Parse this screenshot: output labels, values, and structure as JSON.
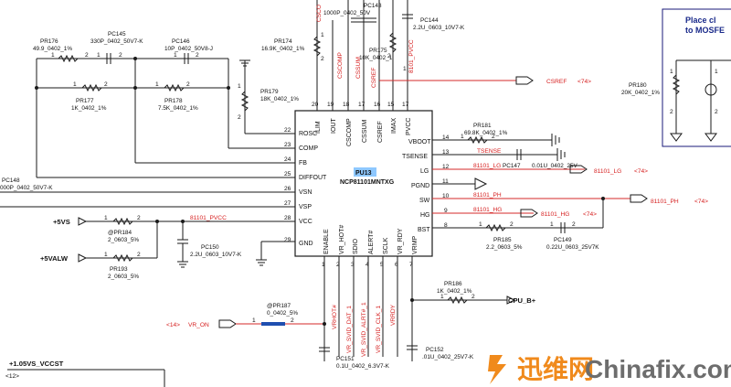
{
  "ic": {
    "refdes": "PU13",
    "part": "NCP81101MNTXG",
    "pins_top": [
      {
        "name": "ILIM",
        "num": "20"
      },
      {
        "name": "IOUT",
        "num": "19"
      },
      {
        "name": "CSCOMP",
        "num": "18"
      },
      {
        "name": "CSSUM",
        "num": "17"
      },
      {
        "name": "CSREF",
        "num": "16"
      },
      {
        "name": "IMAX",
        "num": "15"
      },
      {
        "name": "PVCC",
        "num": "17"
      }
    ],
    "pins_left": [
      {
        "name": "ROSC",
        "num": "22"
      },
      {
        "name": "COMP",
        "num": "23"
      },
      {
        "name": "FB",
        "num": "24"
      },
      {
        "name": "DIFFOUT",
        "num": "25"
      },
      {
        "name": "VSN",
        "num": "26"
      },
      {
        "name": "VSP",
        "num": "27"
      },
      {
        "name": "VCC",
        "num": "28"
      },
      {
        "name": "GND",
        "num": "29"
      }
    ],
    "pins_right": [
      {
        "name": "VBOOT",
        "num": "14"
      },
      {
        "name": "TSENSE",
        "num": "13"
      },
      {
        "name": "LG",
        "num": "12"
      },
      {
        "name": "PGND",
        "num": "11"
      },
      {
        "name": "SW",
        "num": "10"
      },
      {
        "name": "HG",
        "num": "9"
      },
      {
        "name": "BST",
        "num": "8"
      }
    ],
    "pins_bottom": [
      {
        "name": "ENABLE",
        "num": "1"
      },
      {
        "name": "VR_HOT#",
        "num": "2"
      },
      {
        "name": "SDIO",
        "num": "3"
      },
      {
        "name": "ALERT#",
        "num": "4"
      },
      {
        "name": "SCLK",
        "num": "5"
      },
      {
        "name": "VR_RDY",
        "num": "6"
      },
      {
        "name": "VRMP",
        "num": "7"
      }
    ]
  },
  "parts": {
    "pc143": {
      "ref": "PC143",
      "val": "1000P_0402_50V"
    },
    "pc144": {
      "ref": "PC144",
      "val": "2.2U_0603_10V7-K"
    },
    "pr174": {
      "ref": "PR174",
      "val": "16.9K_0402_1%"
    },
    "pr175": {
      "ref": "PR175",
      "val": "10K_0402_1"
    },
    "pr176": {
      "ref": "PR176",
      "val": "49.9_0402_1%"
    },
    "pc145": {
      "ref": "PC145",
      "val": "330P_0402_50V7-K"
    },
    "pc146": {
      "ref": "PC146",
      "val": "10P_0402_50V8-J"
    },
    "pr177": {
      "ref": "PR177",
      "val": "1K_0402_1%"
    },
    "pr178": {
      "ref": "PR178",
      "val": "7.5K_0402_1%"
    },
    "pr179": {
      "ref": "PR179",
      "val": "18K_0402_1%"
    },
    "pc148": {
      "ref": "PC148",
      "val": "000P_0402_50V7-K"
    },
    "pr181": {
      "ref": "PR181",
      "val": "69.8K_0402_1%"
    },
    "pc147": {
      "ref": "PC147",
      "val": "0.01U_0402_25V"
    },
    "pr185": {
      "ref": "PR185",
      "val": "2.2_0603_5%"
    },
    "pc149": {
      "ref": "PC149",
      "val": "0.22U_0603_25V7K"
    },
    "pr184": {
      "ref": "@PR184",
      "val": "2_0603_5%"
    },
    "pr193": {
      "ref": "PR193",
      "val": "2_0603_5%"
    },
    "pc150": {
      "ref": "PC150",
      "val": "2.2U_0603_10V7-K"
    },
    "pr186": {
      "ref": "PR186",
      "val": "1K_0402_1%"
    },
    "pr187": {
      "ref": "@PR187",
      "val": "0_0402_5%"
    },
    "pc151": {
      "ref": "PC151",
      "val": "0.1U_0402_6.3V7-K"
    },
    "pc152": {
      "ref": "PC152",
      "val": ".01U_0402_25V7-K"
    },
    "pr180": {
      "ref": "PR180",
      "val": "20K_0402_1%"
    }
  },
  "nets": {
    "cscomp_v": "CSCOMP",
    "cssum_v": "CSSUM",
    "cscomp_top": "CSCO",
    "csref_v": "CSREF",
    "imax_v": "8101_PVCC",
    "csref_port": "CSREF",
    "csref_tag": "<74>",
    "vcc_net": "81101_PVCC",
    "lg_net": "81101_LG",
    "lg_port": "81101_LG",
    "lg_tag": "<74>",
    "tsense_net": "TSENSE",
    "ph_net": "81101_PH",
    "ph_port": "81101_PH",
    "ph_tag": "<74>",
    "hg_net": "81101_HG",
    "hg_port": "81101_HG",
    "hg_tag": "<74>",
    "vrhot": "VRHOT#",
    "sdio": "VR_SVID_DAT_1",
    "alert": "VR_SVID_ALRT#_1",
    "sclk": "VR_SVID_CLK_1",
    "vrrdy": "VRRDY",
    "vr_on": "VR_ON",
    "vr_on_tag": "<14>",
    "p5vs": "+5VS",
    "p5valw": "+5VALW",
    "cpu_b": "CPU_B+",
    "p105": "+1.05VS_VCCST",
    "p105_tag": "<12>"
  },
  "note": {
    "line1": "Place cl",
    "line2": "to MOSFE"
  },
  "watermark": {
    "cn": "迅维网",
    "en": "Chinafix.com"
  },
  "colors": {
    "accent_red": "#d62020",
    "wire": "#1a1a1a",
    "highlight": "#8ec8ff",
    "jumper": "#1f4fb0",
    "wm_orange": "#f08a1c",
    "wm_gray": "#6d6d6d"
  }
}
